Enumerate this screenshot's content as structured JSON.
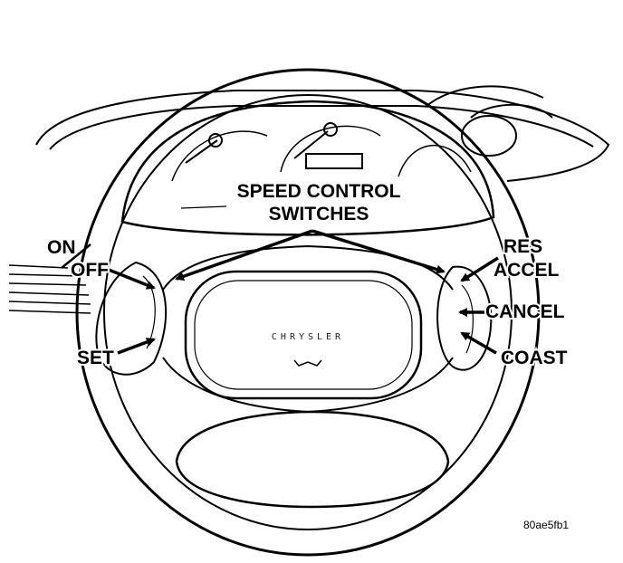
{
  "figure": {
    "title_line1": "SPEED CONTROL",
    "title_line2": "SWITCHES",
    "left_labels": {
      "on": "ON",
      "off": "OFF",
      "set": "SET"
    },
    "right_labels": {
      "res": "RES",
      "accel": "ACCEL",
      "cancel": "CANCEL",
      "coast": "COAST"
    },
    "brand_logo_text": "CHRYSLER",
    "figure_id": "80ae5fb1"
  }
}
